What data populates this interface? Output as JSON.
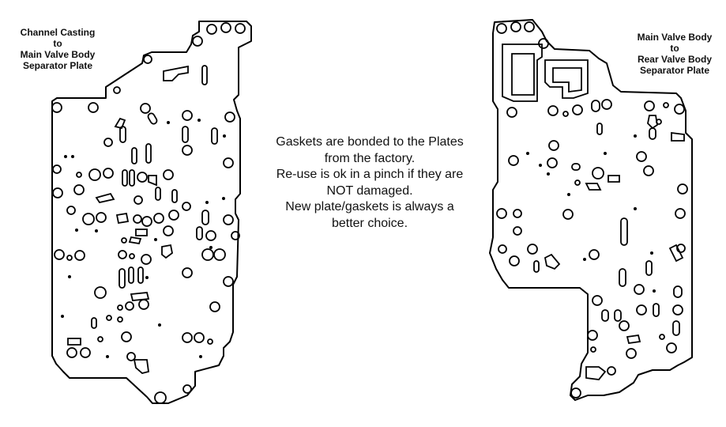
{
  "left_label": {
    "lines": [
      "Channel Casting",
      "to",
      "Main Valve Body",
      "Separator Plate"
    ]
  },
  "right_label": {
    "lines": [
      "Main Valve Body",
      "to",
      "Rear Valve Body",
      "Separator Plate"
    ]
  },
  "center_note": {
    "lines": [
      "Gaskets are bonded to the Plates",
      "from the factory.",
      "Re-use is ok in a pinch if they are",
      "NOT damaged.",
      "New plate/gaskets is always a",
      "better choice."
    ]
  },
  "colors": {
    "line": "#000000",
    "background": "#ffffff",
    "text": "#111111"
  }
}
